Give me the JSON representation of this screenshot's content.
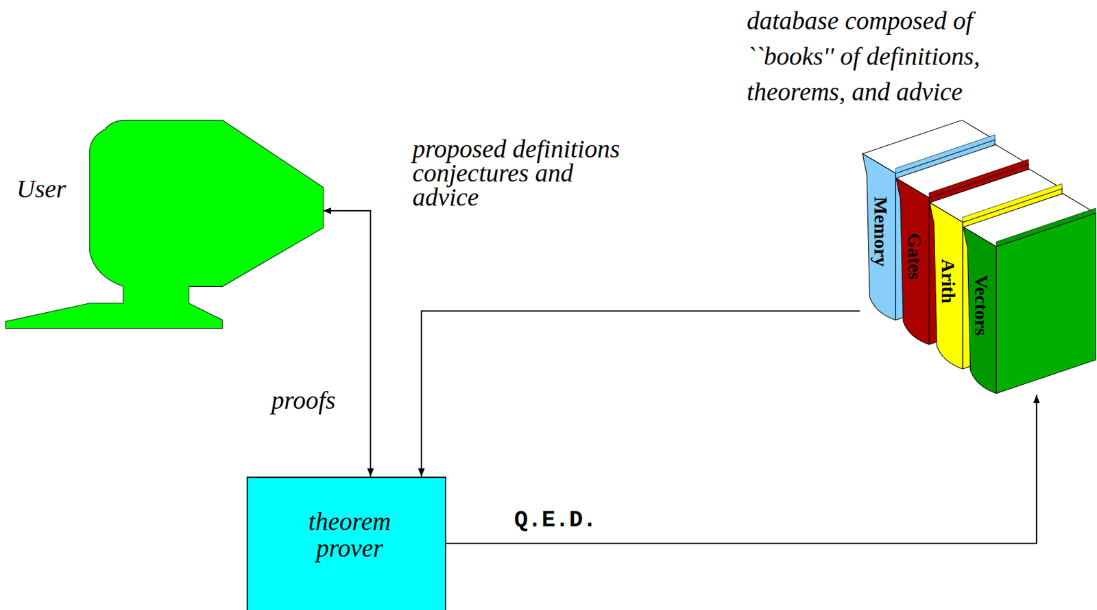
{
  "diagram": {
    "nodes": [
      {
        "text": [
          "User"
        ]
      },
      {
        "text": [
          "database composed of ``books'' of definitions, theorems, and advice",
          "Memory",
          "Gates",
          "Arith",
          "Vectors"
        ]
      },
      {
        "text": [
          "theorem prover"
        ]
      }
    ],
    "edges": [
      {
        "from": 0,
        "to": 2,
        "arrow": "to",
        "label": "proposed definitions conjectures and advice"
      },
      {
        "from": 2,
        "to": 0,
        "arrow": "to",
        "label": "proofs"
      },
      {
        "from": 1,
        "to": 2,
        "arrow": "to"
      },
      {
        "from": 2,
        "to": 1,
        "arrow": "to",
        "label": "Q.E.D."
      }
    ]
  }
}
